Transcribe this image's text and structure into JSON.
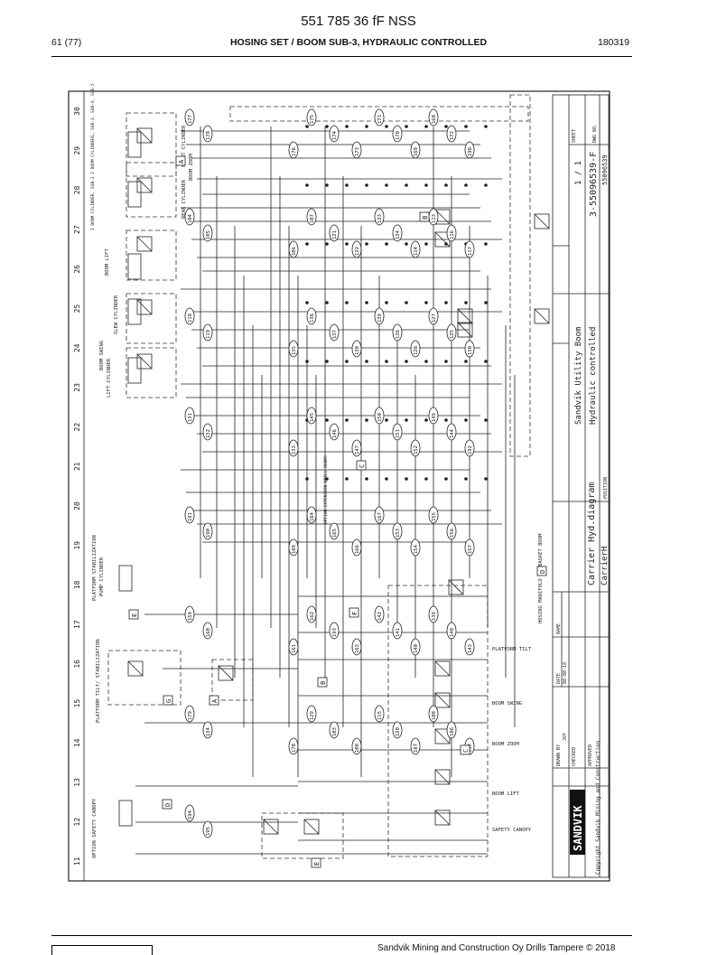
{
  "header": {
    "doc_id": "551 785 36 fF NSS",
    "page": "61 (77)",
    "title": "HOSING SET / BOOM SUB-3, HYDRAULIC CONTROLLED",
    "date_code": "180319"
  },
  "footer": {
    "text": "Sandvik Mining and Construction Oy Drills Tampere © 2018"
  },
  "drawing": {
    "zones": [
      "11",
      "12",
      "13",
      "14",
      "15",
      "16",
      "17",
      "18",
      "19",
      "20",
      "21",
      "22",
      "23",
      "24",
      "25",
      "26",
      "27",
      "28",
      "29",
      "30"
    ],
    "title_block": {
      "company": "SANDVIK",
      "copyright": "Copyright   Sandvik Mining and Construction",
      "title_1": "Sandvik Utility Boom",
      "title_2": "Hydraulic controlled",
      "title_3": "Carrier Hyd.diagram",
      "carrier": "CarrierH",
      "drawing_no": "3-55096539-F",
      "sheet": "1 / 1",
      "ref_no": "55096539",
      "labels": {
        "name": "NAME",
        "date": "DATE",
        "drawn": "DRAWN BY",
        "checked": "CHECKED",
        "approved": "APPROVED",
        "position": "POSITION",
        "sheet": "SHEET",
        "dwg": "DWG NO."
      },
      "drawn_by": "JOT",
      "drawn_date": "08-08-18"
    },
    "components": {
      "front_cylinder": "FRONT CYLINDER",
      "rear_cylinder": "REAR CYLINDER",
      "boom_zoom": "BOOM ZOOM",
      "boom_lift": "BOOM LIFT",
      "lift_cylinder": "LIFT CYLINDER",
      "boom_swing": "BOOM SWING",
      "slew_cylinder": "SLEW CYLINDER",
      "platform_stab": "PLATFORM STABILIZATION",
      "pump_cylinder": "PUMP CYLINDER",
      "platform_tilt_stab": "PLATFORM TILT/ STABILIZATION",
      "safety_canopy_option": "OPTION SAFETY CANOPY",
      "hosing_manifold": "HOSING MANIFOLD IN BASKET BOOM",
      "option_extension": "OPTION EXTENSION DRILL BOOMS",
      "valve_platform_tilt": "PLATFORM TILT",
      "valve_boom_swing": "BOOM SWING",
      "valve_boom_zoom": "BOOM ZOOM",
      "valve_boom_lift": "BOOM LIFT",
      "valve_safety_canopy": "SAFETY CANOPY",
      "boom_cylinders": "1 BOOM CYLINDER, SUB-2  2 BOOM CYLINDERS, SUB-3, SUB-4, SUB-5"
    },
    "hoses": [
      "177",
      "178",
      "176",
      "175",
      "174",
      "173",
      "171",
      "170",
      "169",
      "168",
      "172",
      "198",
      "104",
      "105",
      "106",
      "107",
      "121",
      "122",
      "123",
      "124",
      "114",
      "113",
      "116",
      "117",
      "118",
      "119",
      "135",
      "136",
      "137",
      "138",
      "139",
      "126",
      "128",
      "127",
      "125",
      "130",
      "131",
      "132",
      "133",
      "145",
      "146",
      "147",
      "150",
      "151",
      "152",
      "149",
      "144",
      "192",
      "191",
      "190",
      "189",
      "164",
      "165",
      "166",
      "167",
      "153",
      "154",
      "155",
      "156",
      "157",
      "159",
      "160",
      "161",
      "162",
      "193",
      "163",
      "142",
      "141",
      "140",
      "139",
      "148",
      "143",
      "179",
      "134",
      "178",
      "129",
      "103",
      "108",
      "115",
      "120",
      "187",
      "188",
      "186",
      "197",
      "194",
      "195"
    ],
    "markers": [
      "A",
      "B",
      "C",
      "D",
      "E",
      "F",
      "G"
    ]
  }
}
